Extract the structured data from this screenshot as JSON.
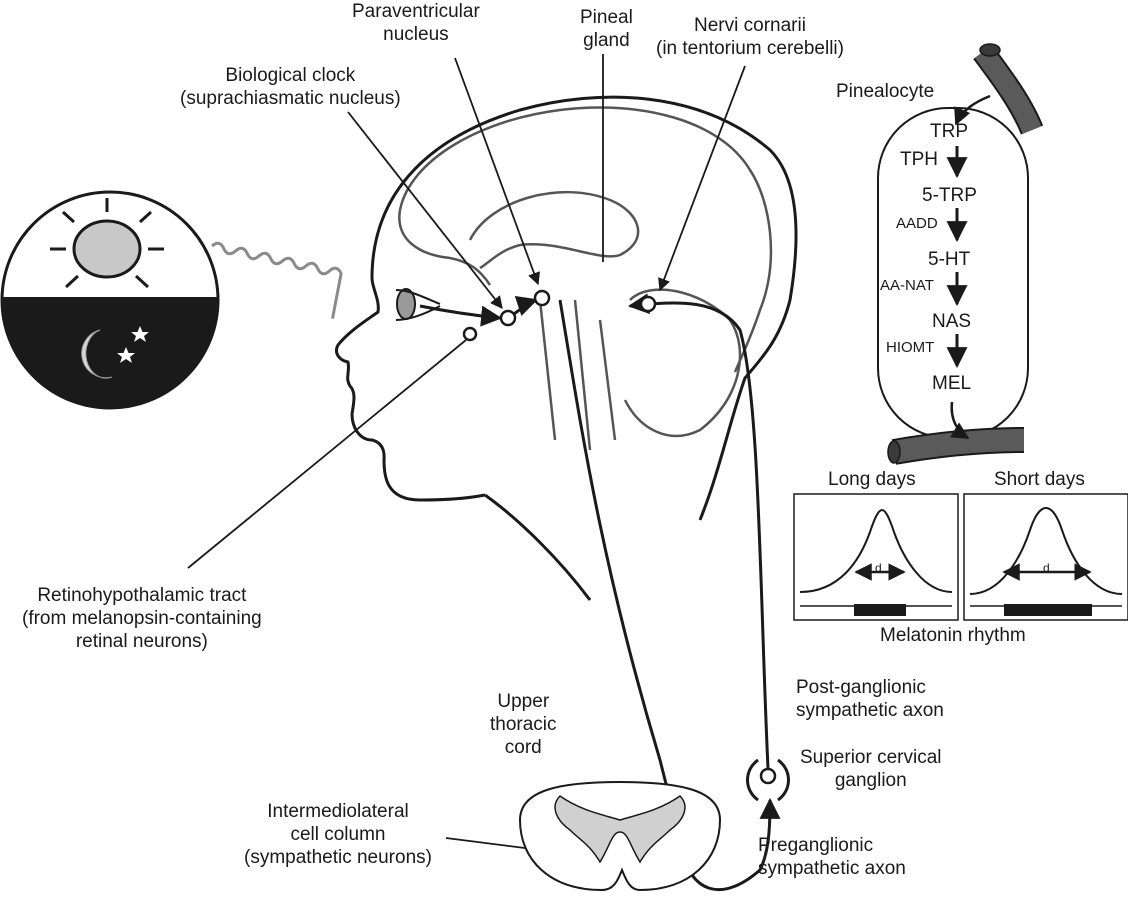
{
  "labels": {
    "paraventricular": [
      "Paraventricular",
      "nucleus"
    ],
    "pineal": [
      "Pineal",
      "gland"
    ],
    "nervi": [
      "Nervi cornarii",
      "(in tentorium cerebelli)"
    ],
    "clock": [
      "Biological clock",
      "(suprachiasmatic nucleus)"
    ],
    "pinealocyte": "Pinealocyte",
    "rht": [
      "Retinohypothalamic tract",
      "(from melanopsin-containing",
      "retinal neurons)"
    ],
    "upper_thoracic": [
      "Upper",
      "thoracic",
      "cord"
    ],
    "postganglionic": [
      "Post-ganglionic",
      "sympathetic axon"
    ],
    "superior_cervical": [
      "Superior cervical",
      "ganglion"
    ],
    "intermediolateral": [
      "Intermediolateral",
      "cell column",
      "(sympathetic neurons)"
    ],
    "preganglionic": [
      "Preganglionic",
      "sympathetic axon"
    ]
  },
  "pathway": {
    "compounds": [
      "TRP",
      "5-TRP",
      "5-HT",
      "NAS",
      "MEL"
    ],
    "enzymes": [
      "TPH",
      "AADD",
      "AA-NAT",
      "HIOMT"
    ]
  },
  "rhythm": {
    "long_days": "Long days",
    "short_days": "Short days",
    "d_label": "d",
    "caption": "Melatonin rhythm"
  },
  "colors": {
    "ink": "#1a1a1a",
    "gray_fill": "#c8c8c8",
    "dark_fill": "#5a5a5a",
    "spinal_gray": "#d0d0d0"
  }
}
